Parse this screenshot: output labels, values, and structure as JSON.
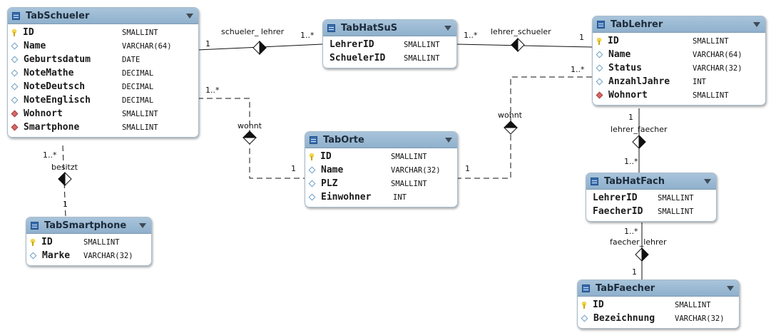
{
  "tables": {
    "schueler": {
      "name": "TabSchueler",
      "columns": [
        {
          "name": "ID",
          "type": "SMALLINT",
          "key": "pk"
        },
        {
          "name": "Name",
          "type": "VARCHAR(64)",
          "key": "attr"
        },
        {
          "name": "Geburtsdatum",
          "type": "DATE",
          "key": "attr"
        },
        {
          "name": "NoteMathe",
          "type": "DECIMAL",
          "key": "attr"
        },
        {
          "name": "NoteDeutsch",
          "type": "DECIMAL",
          "key": "attr"
        },
        {
          "name": "NoteEnglisch",
          "type": "DECIMAL",
          "key": "attr"
        },
        {
          "name": "Wohnort",
          "type": "SMALLINT",
          "key": "fk"
        },
        {
          "name": "Smartphone",
          "type": "SMALLINT",
          "key": "fk"
        }
      ]
    },
    "hatsus": {
      "name": "TabHatSuS",
      "columns": [
        {
          "name": "LehrerID",
          "type": "SMALLINT",
          "key": "none"
        },
        {
          "name": "SchuelerID",
          "type": "SMALLINT",
          "key": "none"
        }
      ]
    },
    "lehrer": {
      "name": "TabLehrer",
      "columns": [
        {
          "name": "ID",
          "type": "SMALLINT",
          "key": "pk"
        },
        {
          "name": "Name",
          "type": "VARCHAR(64)",
          "key": "attr"
        },
        {
          "name": "Status",
          "type": "VARCHAR(32)",
          "key": "attr"
        },
        {
          "name": "AnzahlJahre",
          "type": "INT",
          "key": "attr"
        },
        {
          "name": "Wohnort",
          "type": "SMALLINT",
          "key": "fk"
        }
      ]
    },
    "orte": {
      "name": "TabOrte",
      "columns": [
        {
          "name": "ID",
          "type": "SMALLINT",
          "key": "pk"
        },
        {
          "name": "Name",
          "type": "VARCHAR(32)",
          "key": "attr"
        },
        {
          "name": "PLZ",
          "type": "SMALLINT",
          "key": "attr"
        },
        {
          "name": "Einwohner",
          "type": "INT",
          "key": "attr"
        }
      ]
    },
    "smartphone": {
      "name": "TabSmartphone",
      "columns": [
        {
          "name": "ID",
          "type": "SMALLINT",
          "key": "pk"
        },
        {
          "name": "Marke",
          "type": "VARCHAR(32)",
          "key": "attr"
        }
      ]
    },
    "hatfach": {
      "name": "TabHatFach",
      "columns": [
        {
          "name": "LehrerID",
          "type": "SMALLINT",
          "key": "none"
        },
        {
          "name": "FaecherID",
          "type": "SMALLINT",
          "key": "none"
        }
      ]
    },
    "faecher": {
      "name": "TabFaecher",
      "columns": [
        {
          "name": "ID",
          "type": "SMALLINT",
          "key": "pk"
        },
        {
          "name": "Bezeichnung",
          "type": "VARCHAR(32)",
          "key": "attr"
        }
      ]
    }
  },
  "relations": {
    "schueler_lehrer": "schueler_ lehrer",
    "lehrer_schueler": "lehrer_schueler",
    "wohnt": "wohnt",
    "besitzt": "besitzt",
    "lehrer_faecher": "lehrer_faecher",
    "faecher_lehrer": "faecher_lehrer"
  },
  "cardinality": {
    "one": "1",
    "many": "1..*"
  }
}
